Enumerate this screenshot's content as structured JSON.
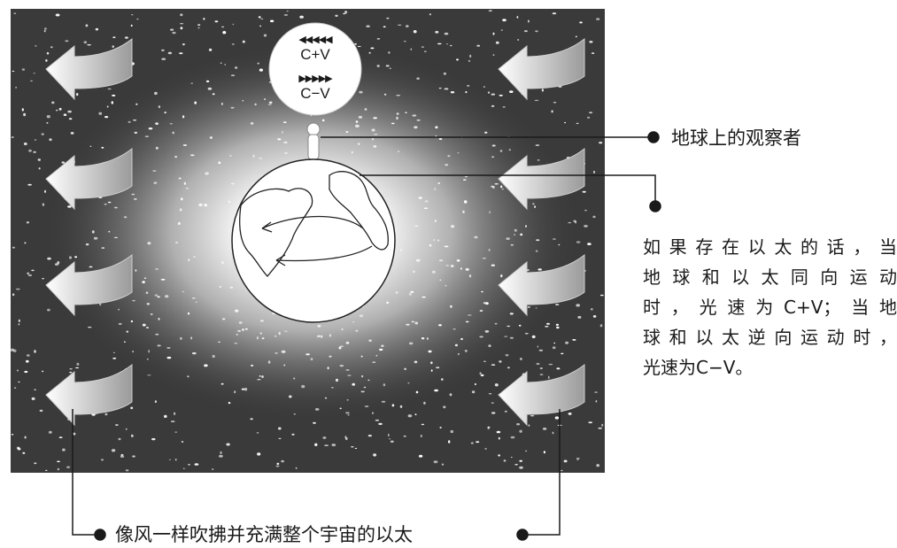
{
  "speed_bubble": {
    "left_arrows": "◀◀◀◀◀",
    "with_ether": "C+V",
    "right_arrows": "▶▶▶▶▶",
    "against_ether": "C−V"
  },
  "labels": {
    "observer": "地球上的观察者",
    "ether": "像风一样吹拂并充满整个宇宙的以太"
  },
  "note_lines": [
    "如果存在以太的话，当",
    "地球和以太同向运动",
    "时，光速为C+V；当地",
    "球和以太逆向运动时，",
    "光速为C−V。"
  ],
  "colors": {
    "space": "#3a3a3a",
    "glow": "#ffffff",
    "stars": "#ffffff",
    "leader_line": "#1a1a1a"
  }
}
